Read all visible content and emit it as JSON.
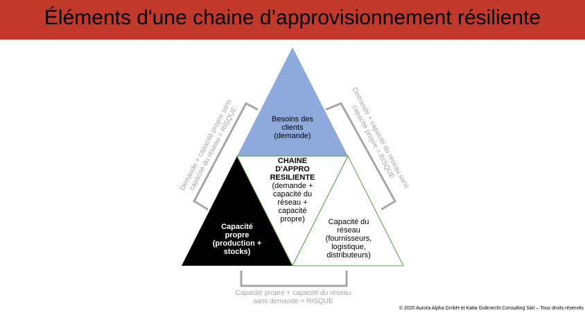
{
  "title": "Éléments d'une chaine d’approvisionnement résiliente",
  "triangles": {
    "top": {
      "label": "Besoins des clients (demande)",
      "color": "#8eaadc"
    },
    "left": {
      "label": "Capacité propre (production + stocks)",
      "color": "#000000"
    },
    "center": {
      "title": "CHAINE D'APPRO RESILIENTE",
      "detail": "(demande + capacité du réseau + capacité propre)"
    },
    "right": {
      "label": "Capacité du réseau (fournisseurs, logistique, distributeurs)",
      "border_color": "#5a9a3c"
    }
  },
  "risks": {
    "left": "Demande + capacité propre sans capacité du réseau = RISQUE",
    "right": "Demande + capacité du réseau sans capacité propre = RISQUE",
    "bottom": "Capacité propre + capacité du réseau sans demande = RISQUE"
  },
  "copyright": "© 2020 Aurora Alpha GmbH et Katia Gutknecht Consulting Sàrl – Tous droits réservés"
}
